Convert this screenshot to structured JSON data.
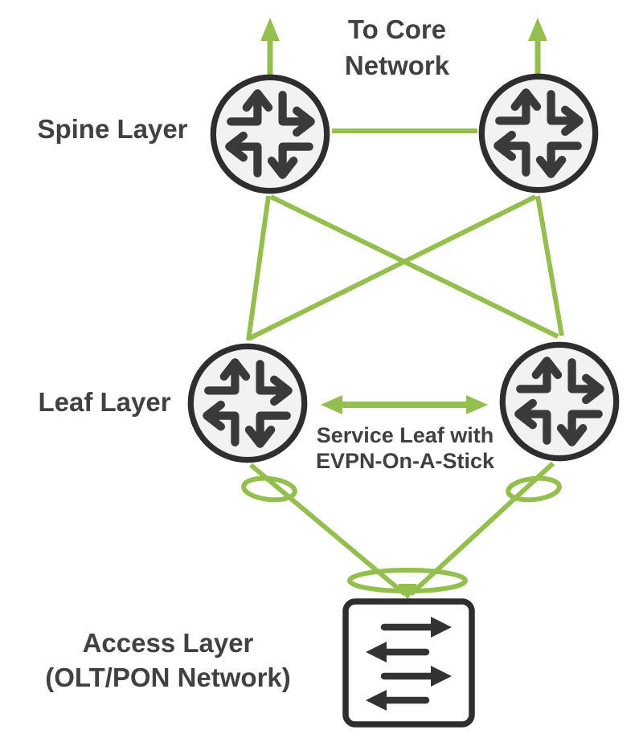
{
  "diagram": {
    "kind": "network-topology",
    "labels": {
      "core": "To Core\nNetwork",
      "spine": "Spine Layer",
      "leaf": "Leaf Layer",
      "service": "Service Leaf with\nEVPN-On-A-Stick",
      "access": "Access Layer\n(OLT/PON Network)"
    },
    "nodes": [
      {
        "id": "spine-1",
        "layer": "spine",
        "icon": "router-icon"
      },
      {
        "id": "spine-2",
        "layer": "spine",
        "icon": "router-icon"
      },
      {
        "id": "leaf-1",
        "layer": "leaf",
        "icon": "router-icon"
      },
      {
        "id": "leaf-2",
        "layer": "leaf",
        "icon": "router-icon"
      },
      {
        "id": "access-switch",
        "layer": "access",
        "icon": "switch-icon"
      }
    ],
    "connections": [
      {
        "from": "spine-1",
        "to": "core",
        "style": "arrow-up"
      },
      {
        "from": "spine-2",
        "to": "core",
        "style": "arrow-up"
      },
      {
        "from": "spine-1",
        "to": "spine-2",
        "style": "link"
      },
      {
        "from": "spine-1",
        "to": "leaf-1",
        "style": "link"
      },
      {
        "from": "spine-1",
        "to": "leaf-2",
        "style": "link"
      },
      {
        "from": "spine-2",
        "to": "leaf-1",
        "style": "link"
      },
      {
        "from": "spine-2",
        "to": "leaf-2",
        "style": "link"
      },
      {
        "from": "leaf-1",
        "to": "leaf-2",
        "style": "double-arrow",
        "label": "Service Leaf with EVPN-On-A-Stick"
      },
      {
        "from": "leaf-1",
        "to": "access-switch",
        "style": "link-through-lag"
      },
      {
        "from": "leaf-2",
        "to": "access-switch",
        "style": "link-through-lag"
      }
    ],
    "lag_ellipse_count": 3
  },
  "colors": {
    "link_green": "#94be4e",
    "ink": "#414042",
    "node_fill": "#f2f2f2",
    "node_stroke": "#2e2e2e",
    "background": "#ffffff"
  }
}
